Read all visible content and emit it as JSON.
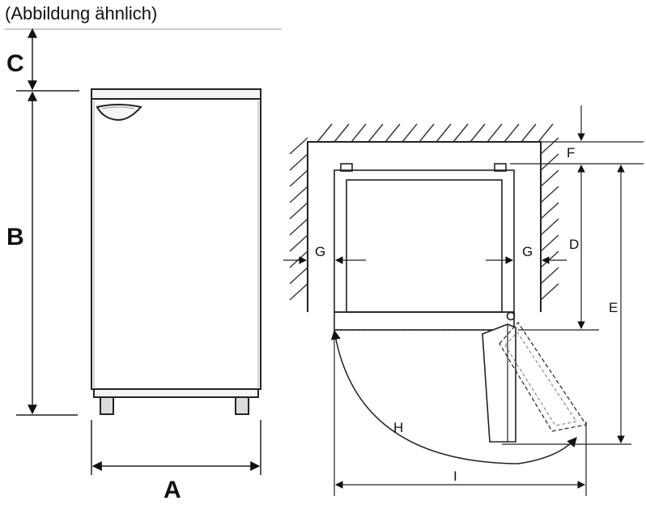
{
  "caption": "(Abbildung ähnlich)",
  "labels": {
    "a": "A",
    "b": "B",
    "c": "C",
    "d": "D",
    "e": "E",
    "f": "F",
    "g_left": "G",
    "g_right": "G",
    "h": "H",
    "i": "I"
  }
}
